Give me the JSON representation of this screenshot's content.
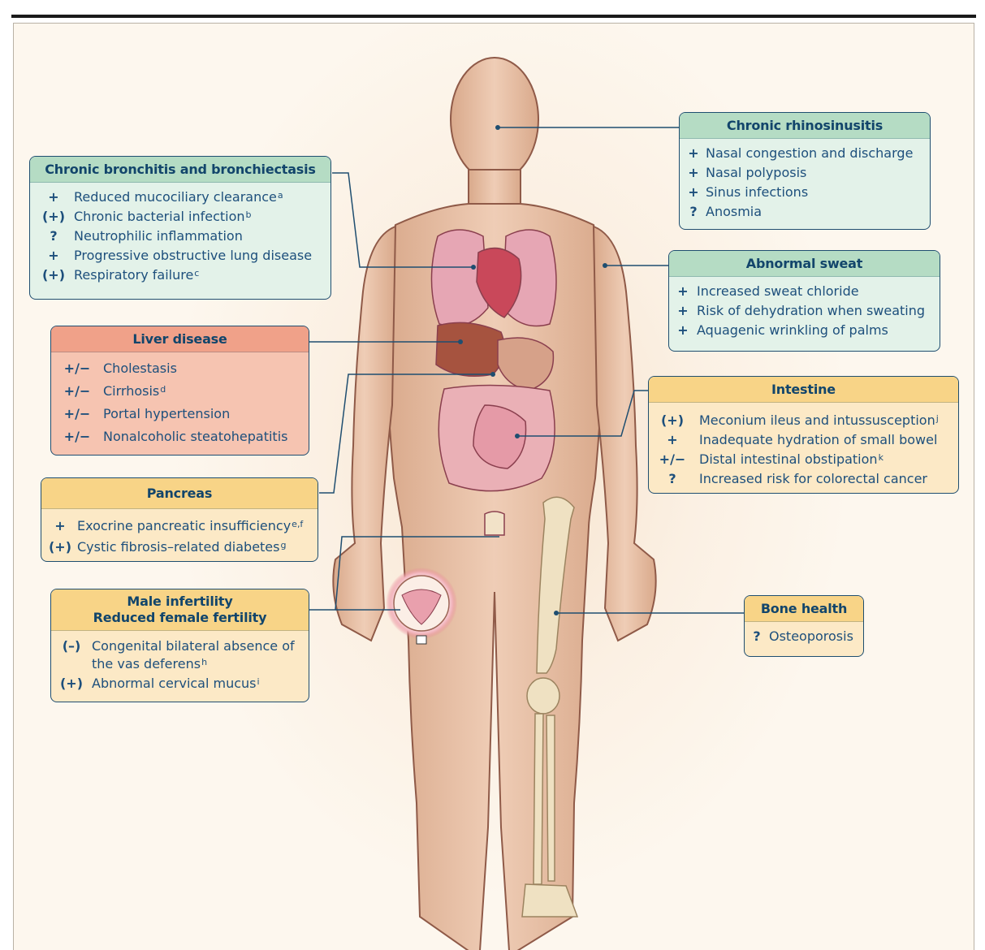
{
  "boxes": {
    "bronchitis": {
      "title": "Chronic bronchitis and bronchiectasis",
      "items": [
        {
          "sym": "+",
          "text": "Reduced mucociliary clearance",
          "sup": "a"
        },
        {
          "sym": "(+)",
          "text": "Chronic bacterial infection",
          "sup": "b"
        },
        {
          "sym": "?",
          "text": "Neutrophilic inflammation",
          "sup": ""
        },
        {
          "sym": "+",
          "text": "Progressive obstructive lung disease",
          "sup": ""
        },
        {
          "sym": "(+)",
          "text": "Respiratory failure",
          "sup": "c"
        }
      ]
    },
    "rhinosinusitis": {
      "title": "Chronic rhinosinusitis",
      "items": [
        {
          "sym": "+",
          "text": "Nasal congestion and discharge",
          "sup": ""
        },
        {
          "sym": "+",
          "text": "Nasal polyposis",
          "sup": ""
        },
        {
          "sym": "+",
          "text": "Sinus infections",
          "sup": ""
        },
        {
          "sym": "?",
          "text": "Anosmia",
          "sup": ""
        }
      ]
    },
    "sweat": {
      "title": "Abnormal sweat",
      "items": [
        {
          "sym": "+",
          "text": "Increased sweat chloride",
          "sup": ""
        },
        {
          "sym": "+",
          "text": "Risk of dehydration when sweating",
          "sup": ""
        },
        {
          "sym": "+",
          "text": "Aquagenic wrinkling of palms",
          "sup": ""
        }
      ]
    },
    "liver": {
      "title": "Liver disease",
      "items": [
        {
          "sym": "+/−",
          "text": "Cholestasis",
          "sup": ""
        },
        {
          "sym": "+/−",
          "text": "Cirrhosis",
          "sup": "d"
        },
        {
          "sym": "+/−",
          "text": "Portal hypertension",
          "sup": ""
        },
        {
          "sym": "+/−",
          "text": "Nonalcoholic steatohepatitis",
          "sup": ""
        }
      ]
    },
    "intestine": {
      "title": "Intestine",
      "items": [
        {
          "sym": "(+)",
          "text": "Meconium ileus and intussusception",
          "sup": "j"
        },
        {
          "sym": "+",
          "text": "Inadequate hydration of small bowel",
          "sup": ""
        },
        {
          "sym": "+/−",
          "text": "Distal intestinal obstipation",
          "sup": "k"
        },
        {
          "sym": "?",
          "text": "Increased risk for colorectal cancer",
          "sup": ""
        }
      ]
    },
    "pancreas": {
      "title": "Pancreas",
      "items": [
        {
          "sym": "+",
          "text": "Exocrine pancreatic insufficiency",
          "sup": "e,f"
        },
        {
          "sym": "(+)",
          "text": "Cystic fibrosis–related diabetes",
          "sup": "g"
        }
      ]
    },
    "fertility": {
      "title_line1": "Male infertility",
      "title_line2": "Reduced female fertility",
      "items": [
        {
          "sym": "(–)",
          "text1": "Congenital bilateral absence of",
          "text2": "the vas deferens",
          "sup": "h"
        },
        {
          "sym": "(+)",
          "text": "Abnormal cervical mucus",
          "sup": "i"
        }
      ]
    },
    "bone": {
      "title": "Bone health",
      "items": [
        {
          "sym": "?",
          "text": "Osteoporosis",
          "sup": ""
        }
      ]
    }
  },
  "colors": {
    "ink": "#1d4f7c",
    "green_header": "#b5dcc4",
    "green_body": "#e3f2e9",
    "red_header": "#f0a189",
    "red_body": "#f6c4b1",
    "yellow_header": "#f8d487",
    "yellow_body": "#fce9c6",
    "skin": "#e8bfa3"
  }
}
